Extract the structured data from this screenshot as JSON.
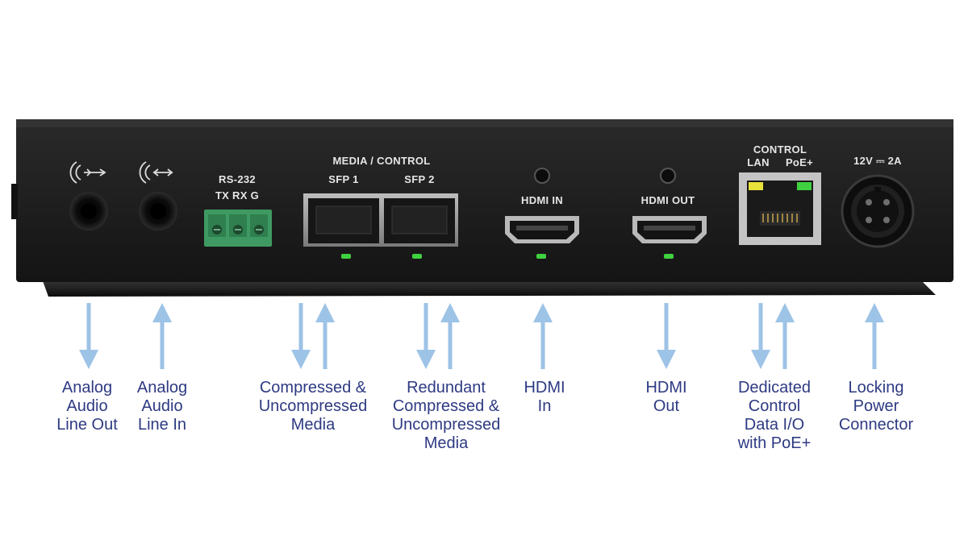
{
  "panel": {
    "media_control": "MEDIA / CONTROL",
    "sfp1": "SFP 1",
    "sfp2": "SFP 2",
    "rs232": "RS-232",
    "rs232_pins": "TX RX G",
    "hdmi_in": "HDMI IN",
    "hdmi_out": "HDMI OUT",
    "control": "CONTROL",
    "lan": "LAN",
    "poe": "PoE+",
    "power": "12V ⎓ 2A"
  },
  "callouts": [
    {
      "lines": [
        "Analog",
        "Audio",
        "Line Out"
      ]
    },
    {
      "lines": [
        "Analog",
        "Audio",
        "Line In"
      ]
    },
    {
      "lines": [
        "Compressed &",
        "Uncompressed",
        "Media"
      ]
    },
    {
      "lines": [
        "Redundant",
        "Compressed &",
        "Uncompressed",
        "Media"
      ]
    },
    {
      "lines": [
        "HDMI",
        "In"
      ]
    },
    {
      "lines": [
        "HDMI",
        "Out"
      ]
    },
    {
      "lines": [
        "Dedicated",
        "Control",
        "Data I/O",
        "with PoE+"
      ]
    },
    {
      "lines": [
        "Locking",
        "Power",
        "Connector"
      ]
    }
  ],
  "arrows": [
    {
      "dirs": [
        "down"
      ]
    },
    {
      "dirs": [
        "up"
      ]
    },
    {
      "dirs": [
        "down",
        "up"
      ]
    },
    {
      "dirs": [
        "down",
        "up"
      ]
    },
    {
      "dirs": [
        "up"
      ]
    },
    {
      "dirs": [
        "down"
      ]
    },
    {
      "dirs": [
        "down",
        "up"
      ]
    },
    {
      "dirs": [
        "up"
      ]
    }
  ],
  "colors": {
    "arrow": "#9dc3e6",
    "callout_text": "#2e3a82",
    "chassis": "#1e1e1e",
    "led_green": "#3fd13f",
    "led_yellow": "#e8e23a"
  },
  "icons": [
    "audio-out-icon",
    "audio-in-icon"
  ]
}
